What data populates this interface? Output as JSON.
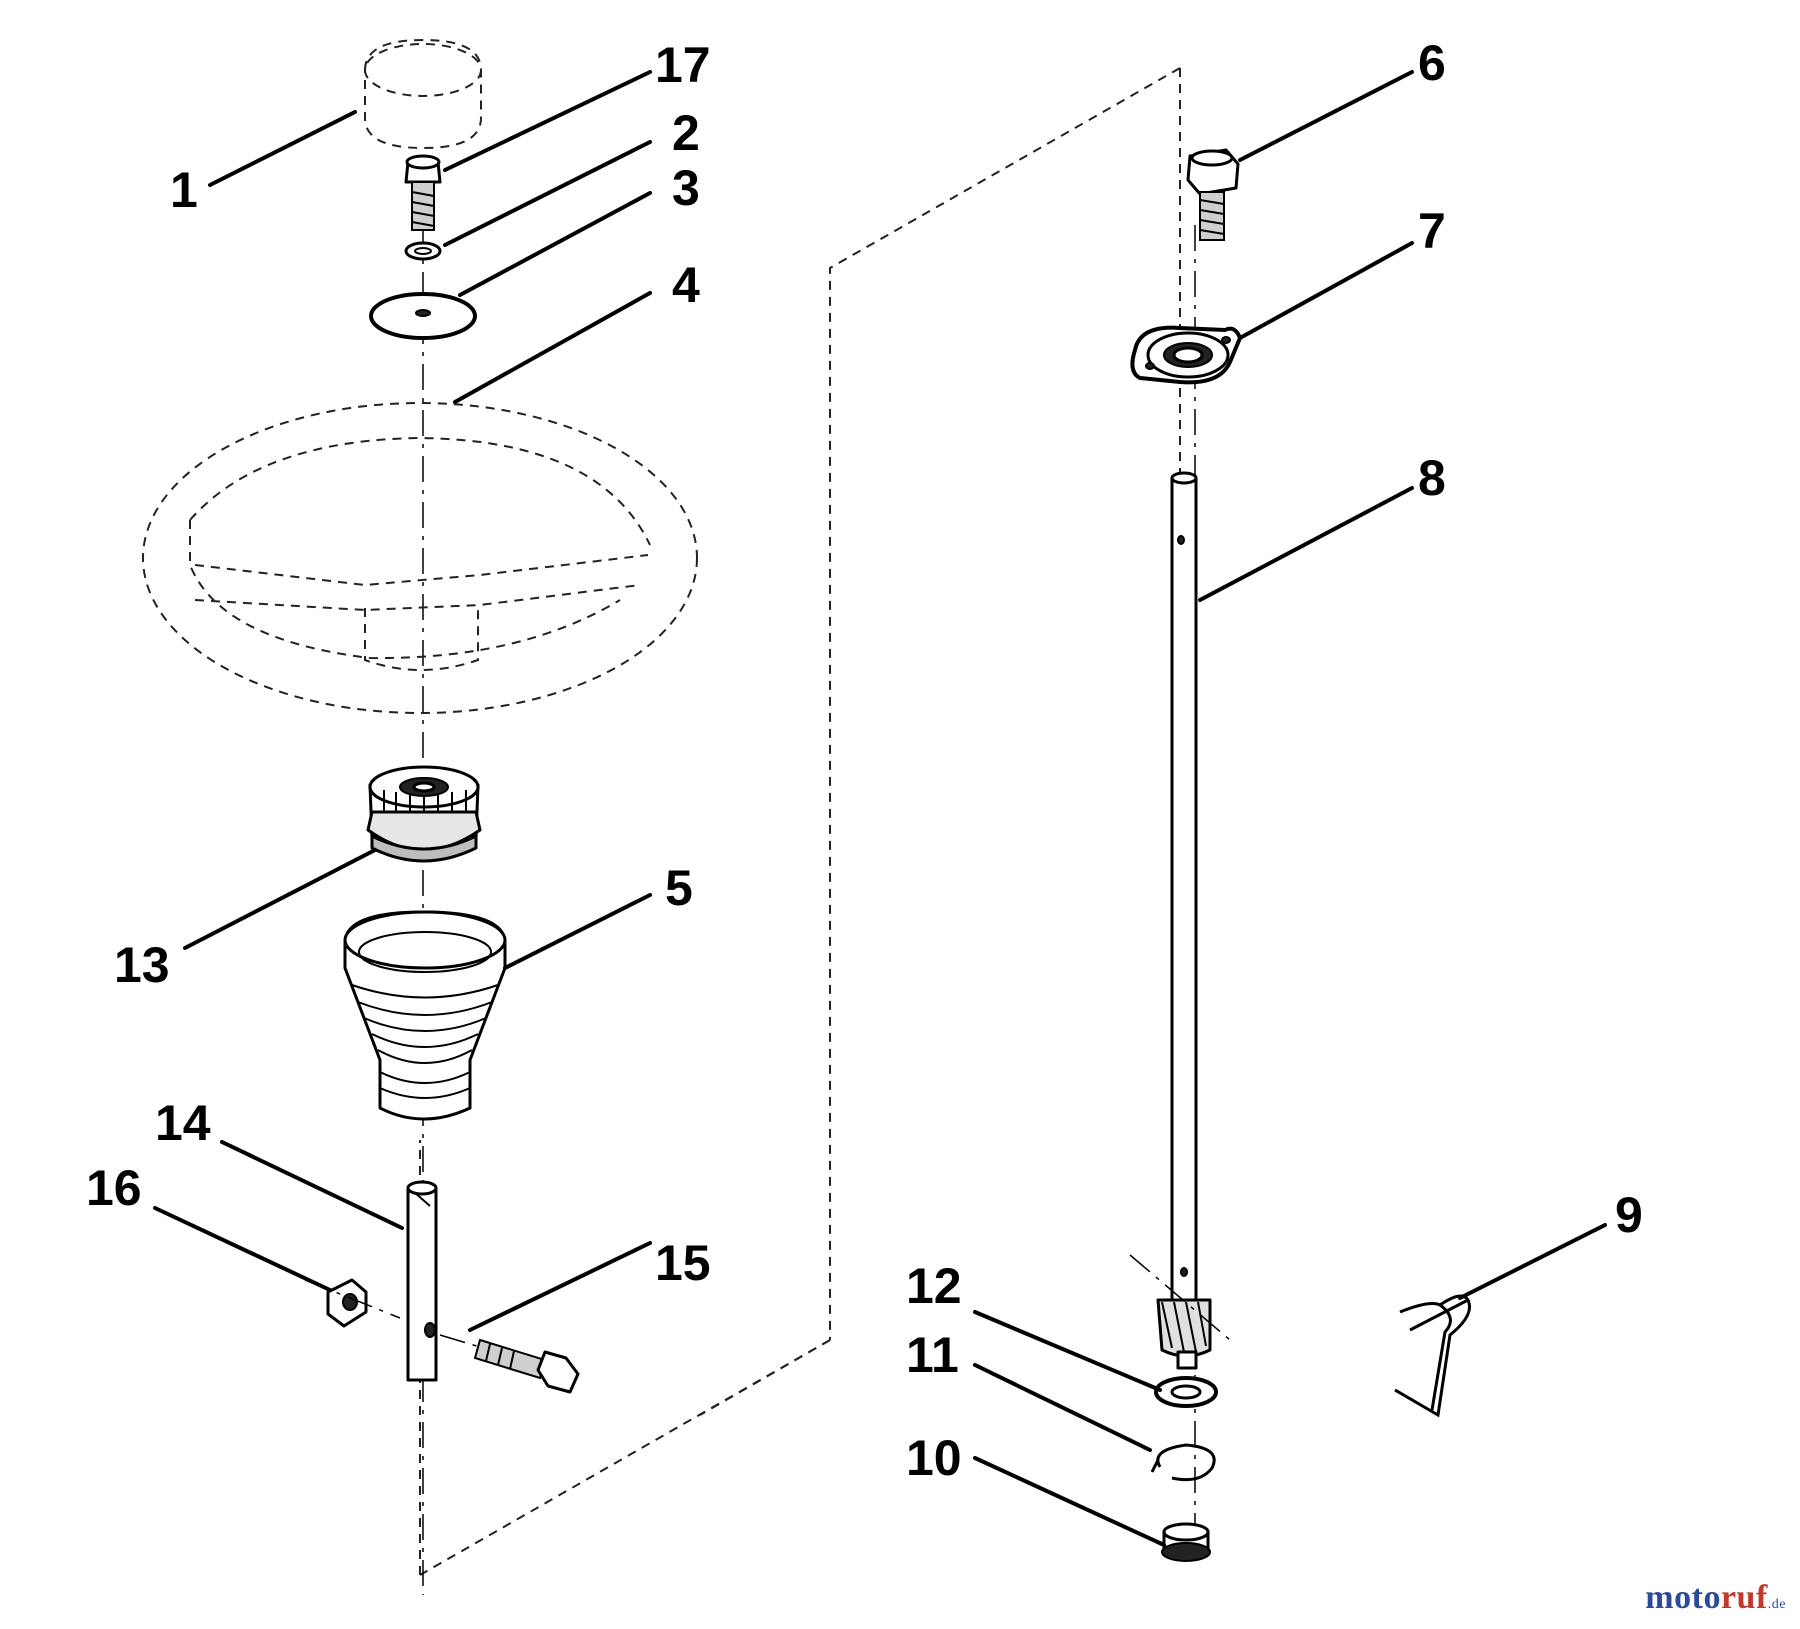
{
  "callouts": {
    "c1": "1",
    "c2": "2",
    "c3": "3",
    "c4": "4",
    "c5": "5",
    "c6": "6",
    "c7": "7",
    "c8": "8",
    "c9": "9",
    "c10": "10",
    "c11": "11",
    "c12": "12",
    "c13": "13",
    "c14": "14",
    "c15": "15",
    "c16": "16",
    "c17": "17"
  },
  "watermark": {
    "part_a": "moto",
    "part_b": "ruf",
    "part_c": ".de"
  }
}
